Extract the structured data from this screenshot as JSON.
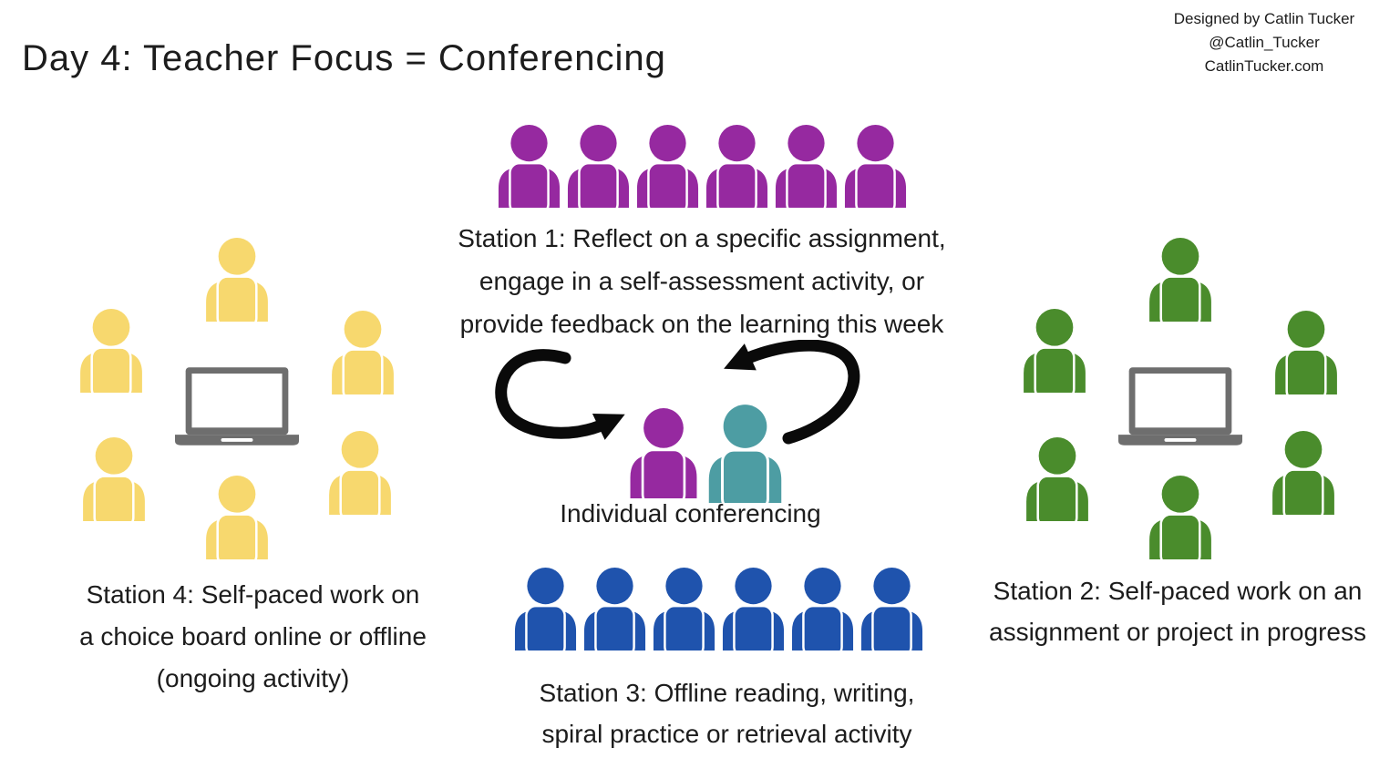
{
  "page": {
    "title": "Day 4: Teacher Focus = Conferencing",
    "attribution_lines": [
      "Designed by Catlin Tucker",
      "@Catlin_Tucker",
      "CatlinTucker.com"
    ]
  },
  "colors": {
    "station1_people": "#9629A0",
    "station2_people": "#4A8C2C",
    "station3_people": "#1F53AD",
    "station4_people": "#F7D86E",
    "teacher": "#9629A0",
    "student": "#4D9DA3",
    "laptop": "#6E6E6E",
    "arrow": "#0a0a0a",
    "text": "#1c1c1c"
  },
  "stations": {
    "station1": {
      "people": 6,
      "color": "#9629A0",
      "lines": [
        "Station 1: Reflect on a specific assignment,",
        "engage in a self-assessment activity, or",
        "provide feedback on the learning this week"
      ]
    },
    "station2": {
      "people": 6,
      "color": "#4A8C2C",
      "lines": [
        "Station 2: Self-paced work on an",
        "assignment or project in progress"
      ]
    },
    "station3": {
      "people": 6,
      "color": "#1F53AD",
      "lines": [
        "Station 3: Offline reading, writing,",
        "spiral practice or retrieval activity"
      ]
    },
    "station4": {
      "people": 6,
      "color": "#F7D86E",
      "lines": [
        "Station 4: Self-paced work on",
        "a choice board online or offline",
        "(ongoing activity)"
      ]
    }
  },
  "center": {
    "label": "Individual conferencing",
    "pair": {
      "people": 2,
      "colors": [
        "#9629A0",
        "#4D9DA3"
      ]
    }
  }
}
